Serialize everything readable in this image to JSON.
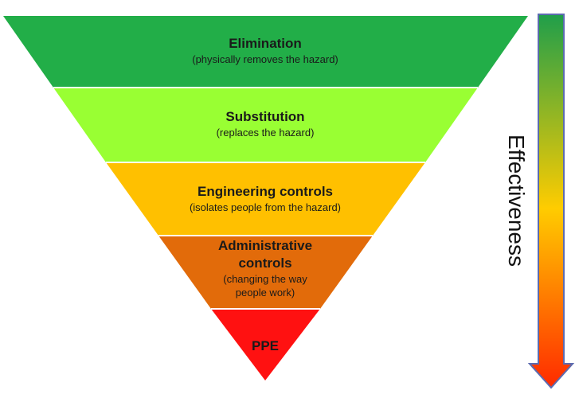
{
  "colors": {
    "elimination": "#22ae48",
    "substitution": "#99ff33",
    "engineering": "#ffc000",
    "administrative": "#e26b0a",
    "ppe": "#ff1111",
    "arrow_top": "#1f9e4a",
    "arrow_mid": "#ffcc00",
    "arrow_bottom": "#ff2a00"
  },
  "pyramid": {
    "elimination": {
      "title": "Elimination",
      "subtitle": "(physically removes the hazard)"
    },
    "substitution": {
      "title": "Substitution",
      "subtitle": "(replaces the hazard)"
    },
    "engineering": {
      "title": "Engineering controls",
      "subtitle": "(isolates people from the hazard)"
    },
    "administrative": {
      "title_line1": "Administrative",
      "title_line2": "controls",
      "subtitle_line1": "(changing the way",
      "subtitle_line2": "people work)"
    },
    "ppe": {
      "title": "PPE"
    }
  },
  "arrow": {
    "label": "Effectiveness"
  }
}
